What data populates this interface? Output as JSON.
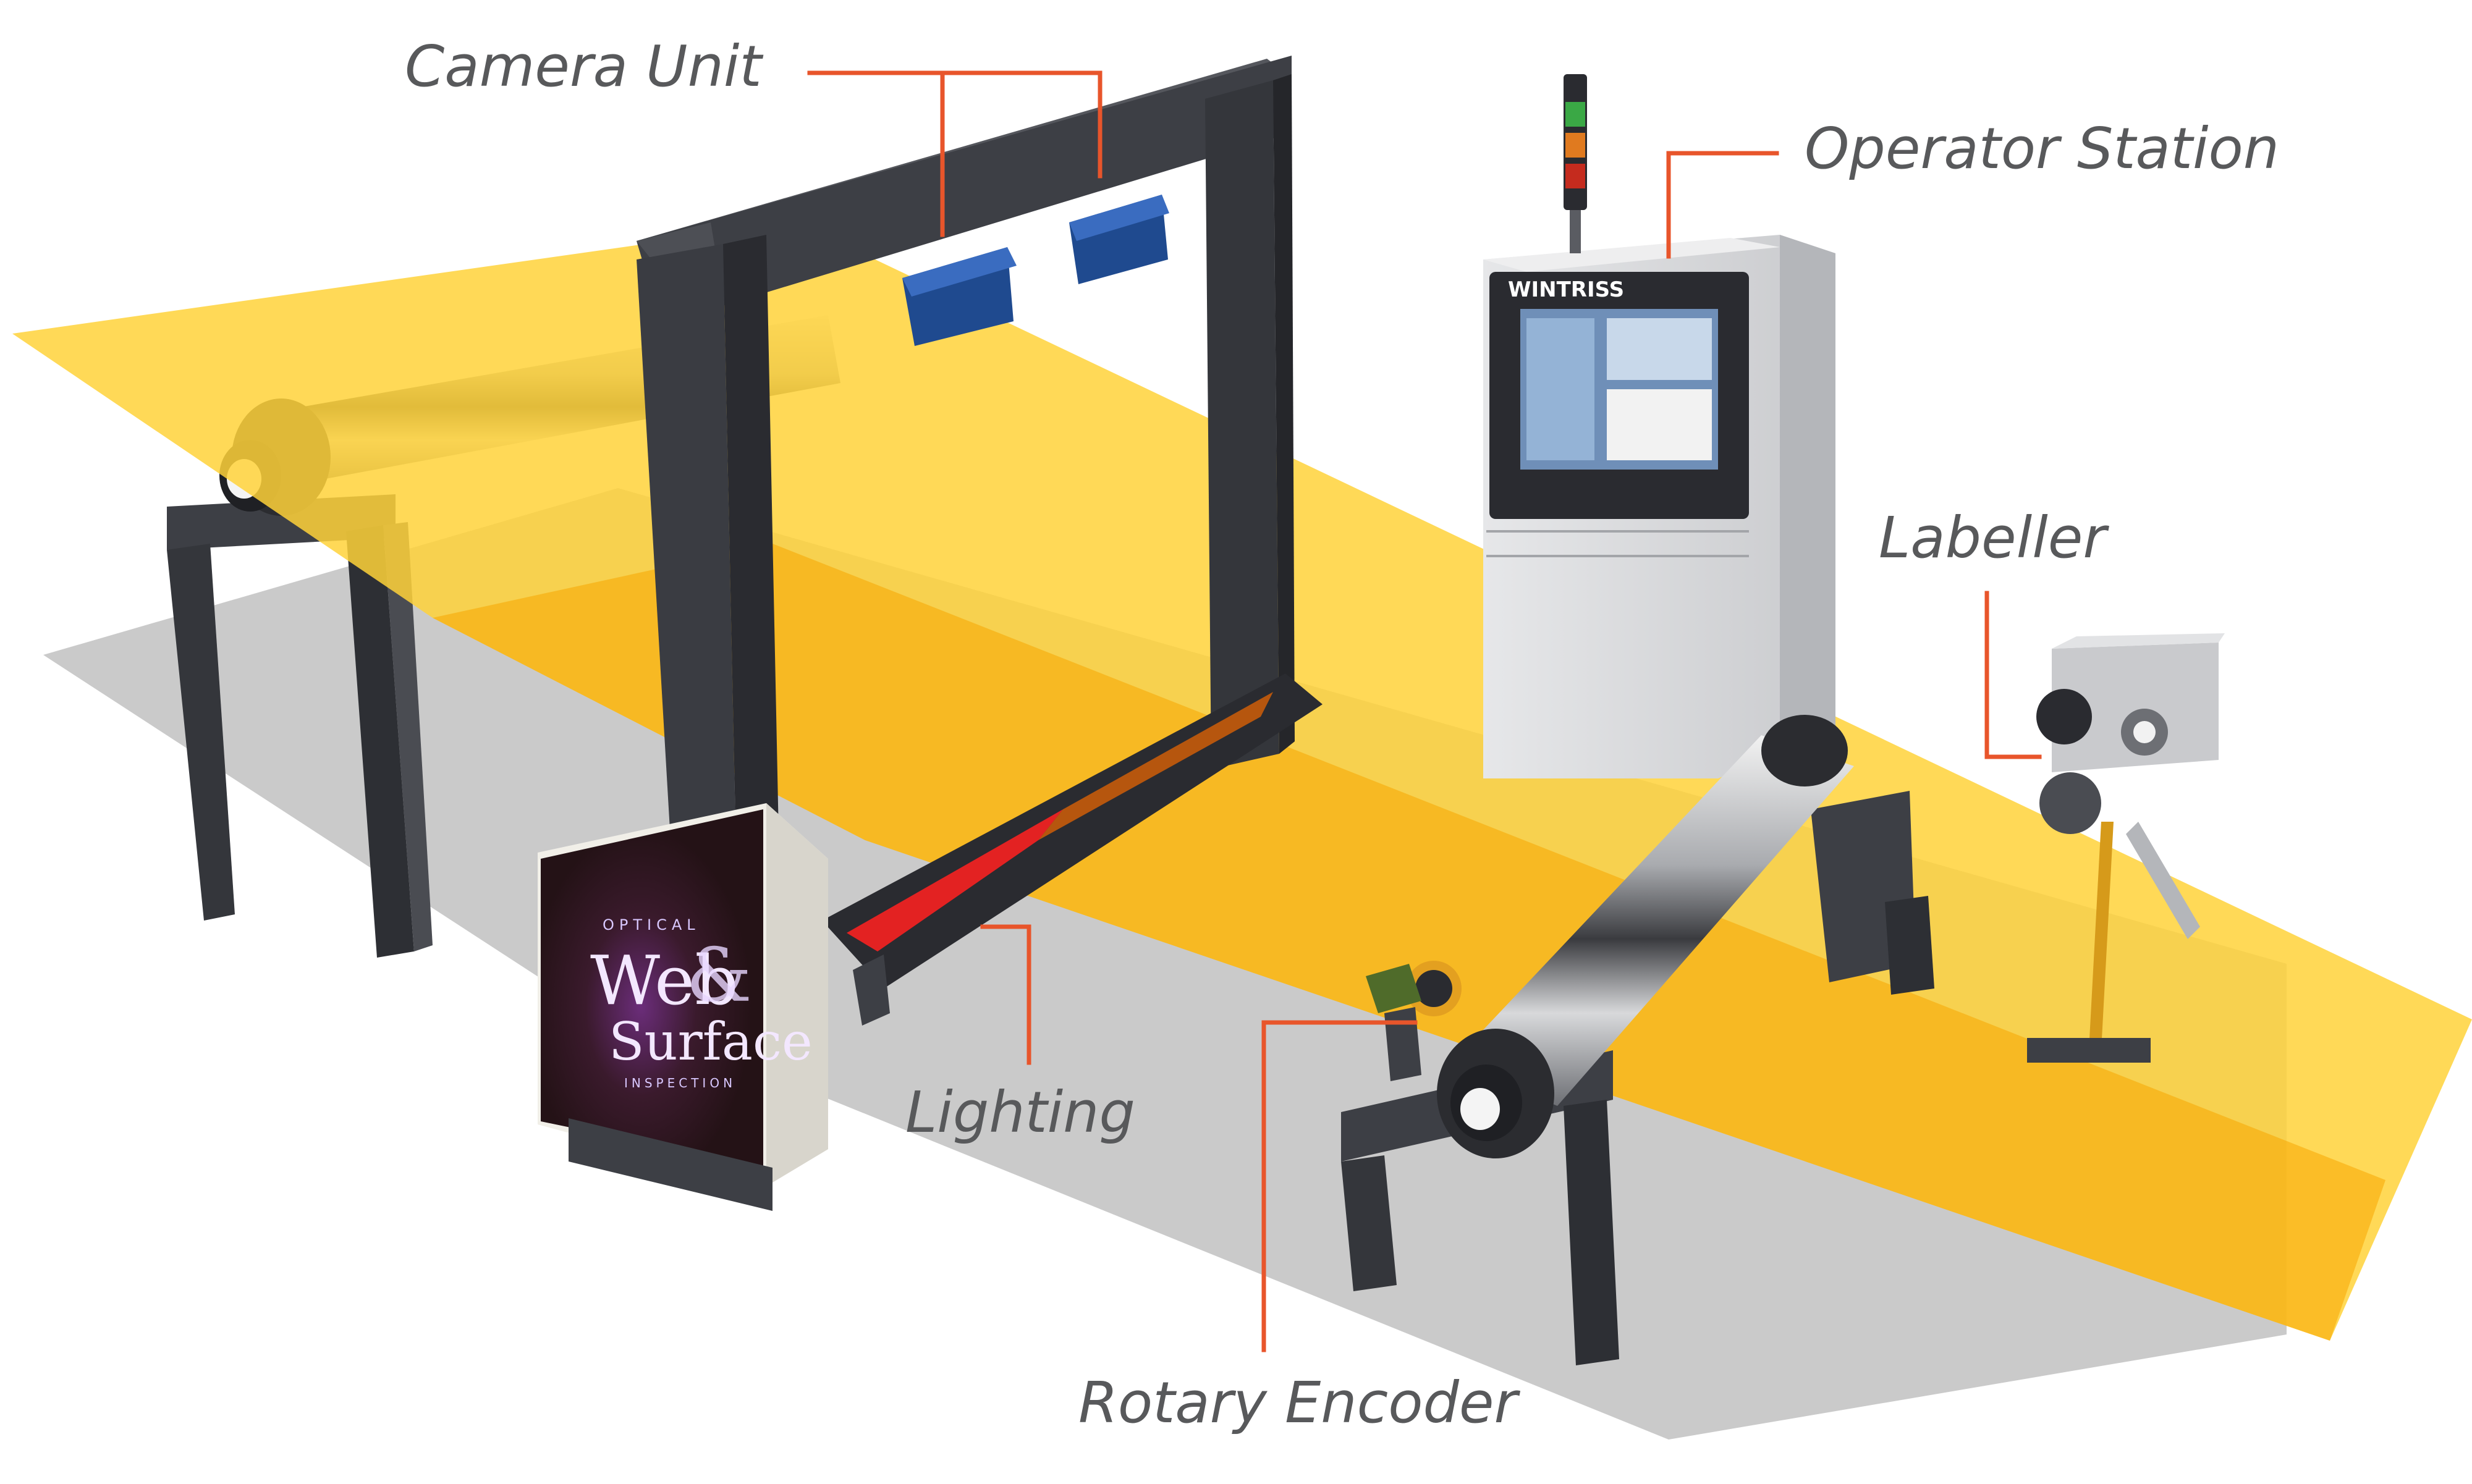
{
  "colors": {
    "web": "#f7b500",
    "web_light": "#ffd23a",
    "frame": "#3d3f45",
    "frame_dark": "#2a2b30",
    "shadow": "#bcbcbc",
    "leader": "#e8552b",
    "label": "#58595b",
    "camera": "#1f4a8f",
    "cabinet": "#d9dadc",
    "lighting_red": "#e32222"
  },
  "labels": {
    "camera_unit": "Camera Unit",
    "operator_station": "Operator Station",
    "labeller": "Labeller",
    "lighting": "Lighting",
    "rotary_encoder": "Rotary Encoder"
  },
  "operator_panel": {
    "brand": "WINTRISS"
  },
  "enclosure_box": {
    "line1": "OPTICAL",
    "line2": "Web",
    "ampersand": "&",
    "line3": "Surface",
    "line4": "INSPECTION"
  }
}
